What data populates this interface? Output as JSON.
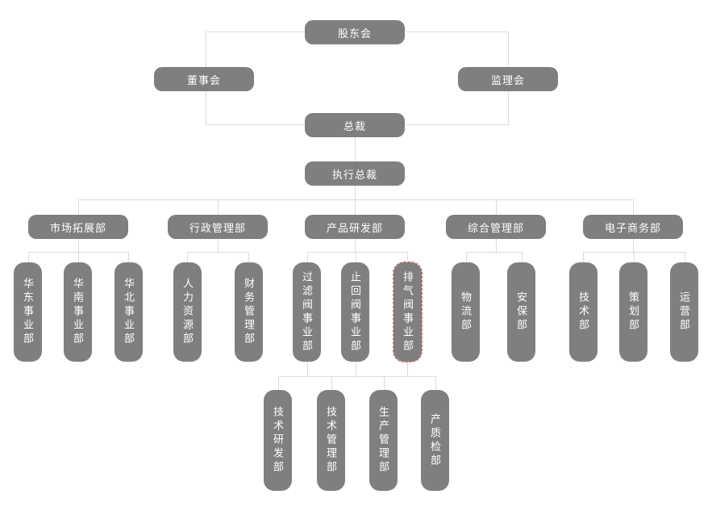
{
  "colors": {
    "node_fill": "#7f7f7f",
    "node_text": "#ffffff",
    "connector": "#dcdcdc",
    "selection_border": "#d9625e",
    "background": "#ffffff"
  },
  "org": {
    "root": "股东会",
    "boards": [
      "董事会",
      "监理会"
    ],
    "president": "总裁",
    "executive_president": "执行总裁",
    "departments": [
      {
        "label": "市场拓展部",
        "children": [
          "华东事业部",
          "华南事业部",
          "华北事业部"
        ]
      },
      {
        "label": "行政管理部",
        "children": [
          "人力资源部",
          "财务管理部"
        ]
      },
      {
        "label": "产品研发部",
        "children": [
          "过滤阀事业部",
          "止回阀事业部",
          "排气阀事业部"
        ]
      },
      {
        "label": "综合管理部",
        "children": [
          "物流部",
          "安保部"
        ]
      },
      {
        "label": "电子商务部",
        "children": [
          "技术部",
          "策划部",
          "运营部"
        ]
      }
    ],
    "rnd_sub_departments": [
      "技术研发部",
      "技术管理部",
      "生产管理部",
      "产质检部"
    ],
    "selected_node": "排气阀事业部"
  }
}
